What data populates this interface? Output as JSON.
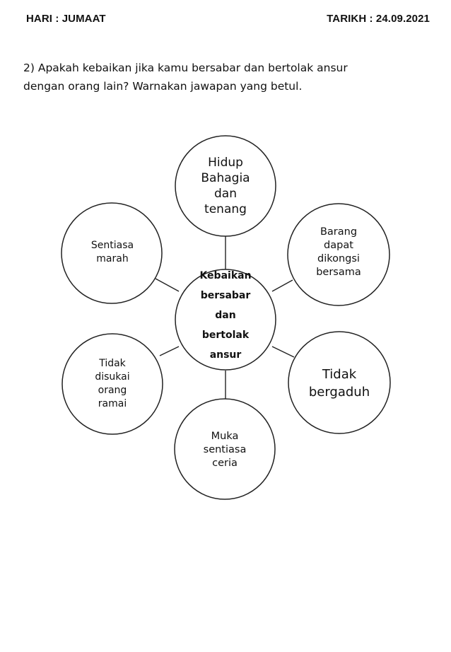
{
  "header": {
    "day": "HARI : JUMAAT",
    "date": "TARIKH : 24.09.2021"
  },
  "question": {
    "line1": "2) Apakah kebaikan jika kamu bersabar dan bertolak ansur",
    "line2": "dengan orang lain? Warnakan jawapan yang betul."
  },
  "diagram": {
    "center": [
      "Kebaikan",
      "bersabar",
      "dan",
      "bertolak",
      "ansur"
    ],
    "top": [
      "Hidup",
      "Bahagia",
      "dan",
      "tenang"
    ],
    "top_right": [
      "Barang",
      "dapat",
      "dikongsi",
      "bersama"
    ],
    "bottom_right": [
      "Tidak",
      "bergaduh"
    ],
    "bottom": [
      "Muka",
      "sentiasa",
      "ceria"
    ],
    "bottom_left": [
      "Tidak",
      "disukai",
      "orang",
      "ramai"
    ],
    "top_left": [
      "Sentiasa",
      "marah"
    ]
  }
}
